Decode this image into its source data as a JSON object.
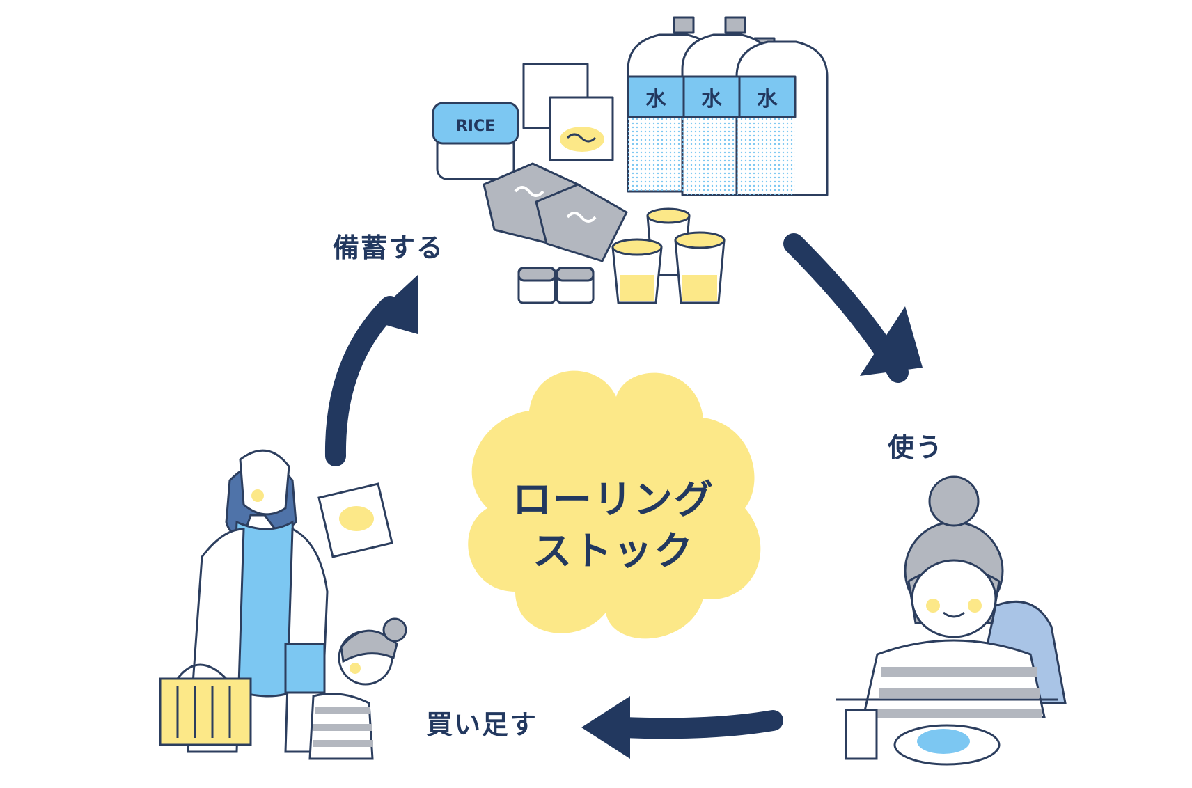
{
  "diagram": {
    "center": {
      "line1": "ローリング",
      "line2": "ストック"
    },
    "steps": {
      "stock": "備蓄する",
      "use": "使う",
      "restock": "買い足す"
    },
    "items": {
      "rice_label": "RICE",
      "water_label": "水"
    }
  },
  "colors": {
    "navy": "#22385f",
    "yellow": "#fce888",
    "blue": "#7cc7f2",
    "gray": "#b3b7bf",
    "outline": "#2c3e5e"
  }
}
